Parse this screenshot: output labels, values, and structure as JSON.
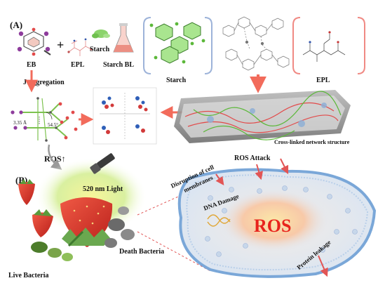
{
  "panel_a": {
    "label": "(A)",
    "eb": "EB",
    "epl": "EPL",
    "plus": "+",
    "starch_label": "Starch",
    "starch_bl": "Starch BL",
    "starch_box": "Starch",
    "epl_box": "EPL",
    "j_aggregation": "J-aggregation",
    "distance": "3.35 Å",
    "angle": "54.5°",
    "ros_up": "ROS↑",
    "crosslinked": "Cross-linked network structure"
  },
  "panel_b": {
    "label": "(B)",
    "light": "520 nm Light",
    "live_bacteria": "Live Bacteria",
    "death_bacteria": "Death Bacteria",
    "disruption": [
      "Disruption of cell",
      "membranes"
    ],
    "ros_attack": "ROS Attack",
    "dna_damage": "DNA Damage",
    "ros_center": "ROS",
    "protein_leakage": "Protein leakage"
  },
  "colors": {
    "arrow_red": "#f26b5b",
    "starch_green": "#8bd36b",
    "bracket_blue": "#9db3d9",
    "bracket_red": "#f08a84",
    "eb_purple": "#8e3c9c",
    "ros_red": "#e8231c",
    "membrane_blue": "#7aa7d8",
    "cell_interior": "#dfe8f5",
    "strawberry": "#e0382b"
  }
}
